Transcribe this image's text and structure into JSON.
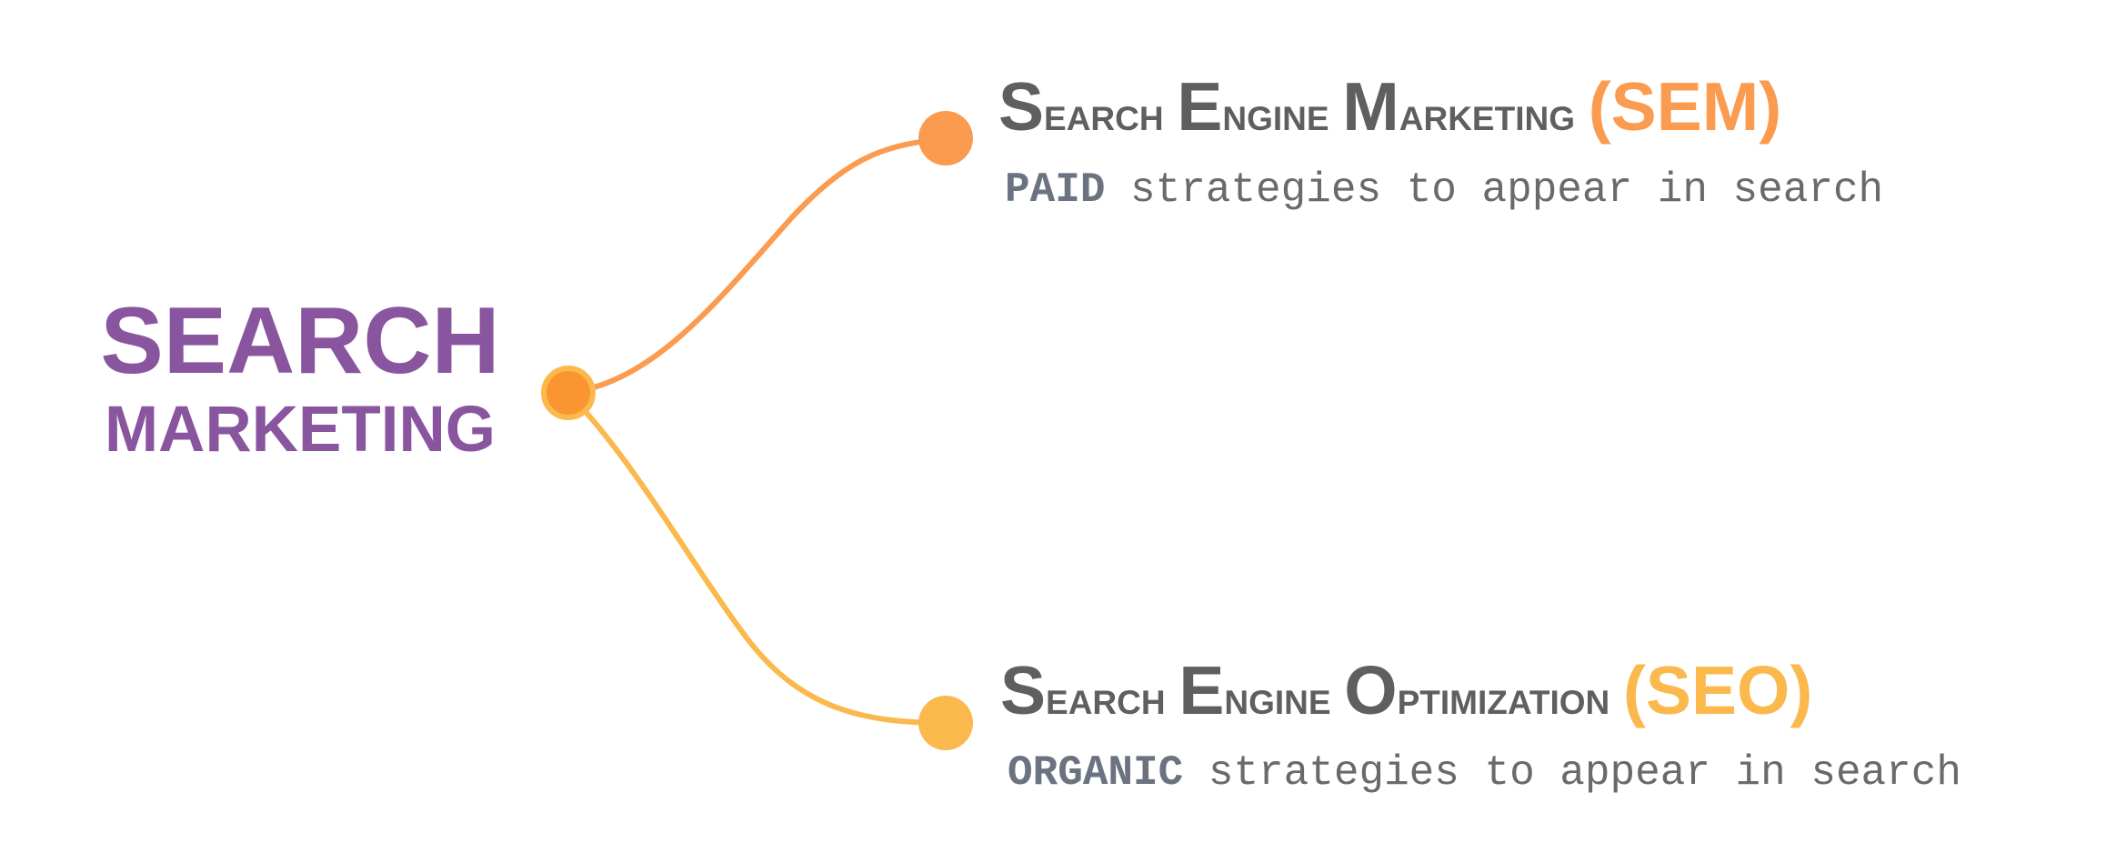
{
  "root": {
    "line1": "SEARCH",
    "line2": "MARKETING",
    "color": "#8a559f"
  },
  "branches": [
    {
      "title_parts": [
        {
          "cap": "S",
          "rest": "earch "
        },
        {
          "cap": "E",
          "rest": "ngine "
        },
        {
          "cap": "M",
          "rest": "arketing "
        }
      ],
      "abbr": "(SEM)",
      "keyword": "PAID",
      "desc": " strategies to appear in search",
      "color": "#fb9b50"
    },
    {
      "title_parts": [
        {
          "cap": "S",
          "rest": "earch "
        },
        {
          "cap": "E",
          "rest": "ngine "
        },
        {
          "cap": "O",
          "rest": "ptimization "
        }
      ],
      "abbr": "(SEO)",
      "keyword": "ORGANIC",
      "desc": " strategies to appear in search",
      "color": "#fbb84d"
    }
  ],
  "colors": {
    "hub_fill": "#fb9531",
    "hub_stroke": "#fbb84d",
    "title_text": "#5f5f5f",
    "desc_text": "#6a6a6a",
    "keyword_text": "#6b7280"
  }
}
